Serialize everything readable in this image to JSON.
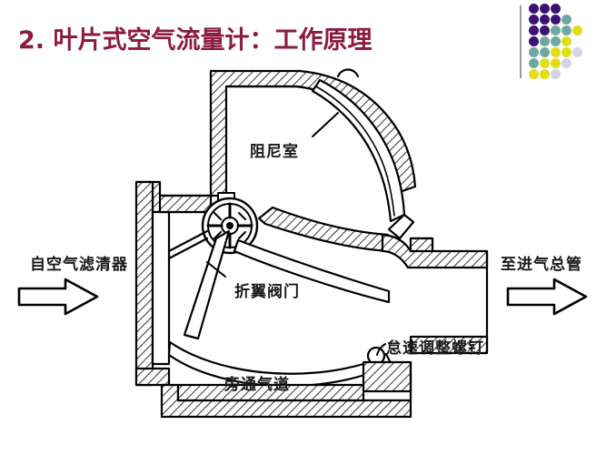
{
  "slide": {
    "title": "2. 叶片式空气流量计：工作原理",
    "title_color": "#8C1A42",
    "background": "#FFFFFF"
  },
  "decoration": {
    "name": "dot-grid-decoration",
    "rule_color": "#9A9A9A",
    "palette": {
      "purple": "#3B1273",
      "teal": "#6FA8A0",
      "yellow": "#E2DD17",
      "lavender": "#D3D3E8"
    },
    "rows": [
      [
        "purple",
        "purple",
        "purple",
        "none",
        "none"
      ],
      [
        "purple",
        "purple",
        "purple",
        "teal",
        "none"
      ],
      [
        "purple",
        "purple",
        "teal",
        "teal",
        "yellow"
      ],
      [
        "purple",
        "teal",
        "teal",
        "yellow",
        "none"
      ],
      [
        "teal",
        "teal",
        "yellow",
        "yellow",
        "lavender"
      ],
      [
        "teal",
        "yellow",
        "yellow",
        "lavender",
        "none"
      ],
      [
        "yellow",
        "yellow",
        "lavender",
        "none",
        "none"
      ]
    ]
  },
  "diagram": {
    "name": "vane-air-flow-meter-cross-section",
    "stroke_color": "#000000",
    "labels": {
      "damping_chamber": "阻尼室",
      "from_air_filter": "自空气滤清器",
      "to_intake_manifold": "至进气总管",
      "flap_valve": "折翼阀门",
      "idle_adjust_screw": "怠速调整螺钉",
      "bypass_passage": "旁通气道"
    },
    "arrows": {
      "inlet_direction": "right",
      "outlet_direction": "right"
    }
  }
}
